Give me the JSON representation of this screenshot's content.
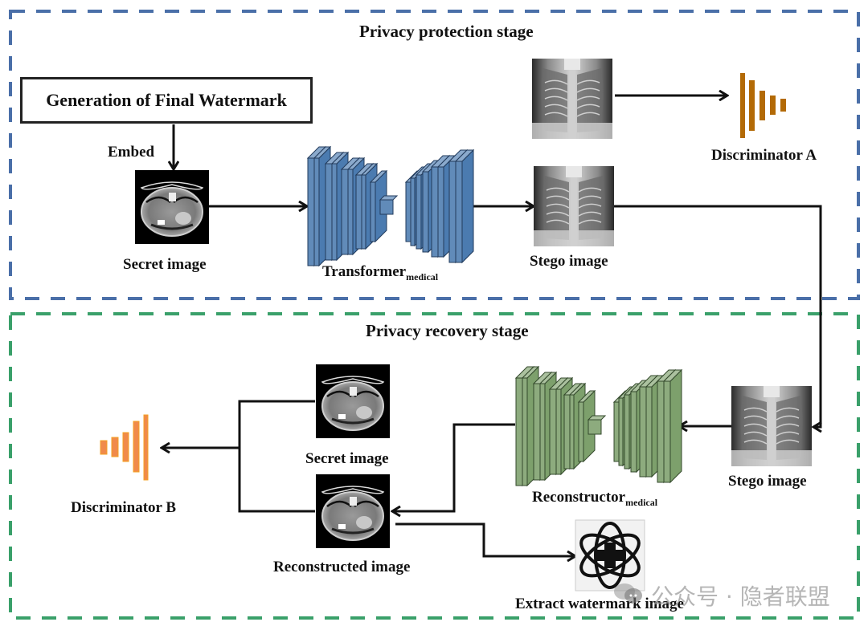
{
  "stages": {
    "protection": {
      "title": "Privacy protection stage",
      "border_color": "#4a6fa8"
    },
    "recovery": {
      "title": "Privacy recovery stage",
      "border_color": "#3aa06a"
    }
  },
  "protection": {
    "generation_box": "Generation of Final Watermark",
    "embed_label": "Embed",
    "secret_image_caption": "Secret image",
    "transformer": {
      "name": "Transformer",
      "subscript": "medical",
      "color": "#4b7bb0"
    },
    "stego_image_caption": "Stego image",
    "discriminator_a": {
      "label": "Discriminator A",
      "color": "#b36a06"
    }
  },
  "recovery": {
    "stego_image_caption": "Stego image",
    "reconstructor": {
      "name": "Reconstructor",
      "subscript": "medical",
      "color": "#7da06c"
    },
    "secret_image_caption": "Secret image",
    "reconstructed_image_caption": "Reconstructed image",
    "discriminator_b": {
      "label": "Discriminator B",
      "color": "#f08a4b"
    },
    "extract_caption": "Extract watermark image"
  },
  "watermark_overlay": "公众号 · 隐者联盟"
}
